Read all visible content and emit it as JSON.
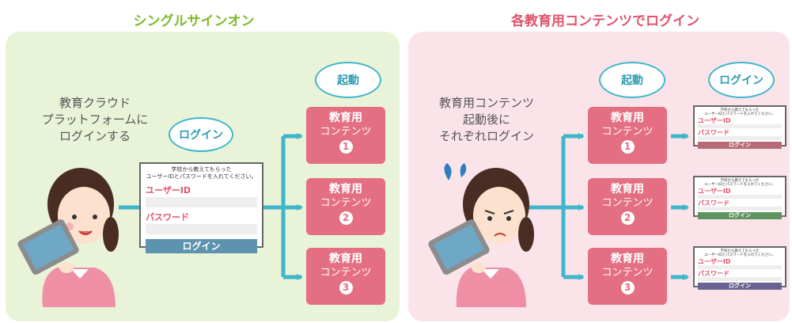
{
  "left": {
    "title": "シングルサインオン",
    "desc_lines": [
      "教育クラウド",
      "プラットフォームに",
      "ログインする"
    ],
    "login_oval": "ログイン",
    "start_oval": "起動",
    "login_box": {
      "header_lines": [
        "学校から教えてもらった",
        "ユーザーIDとパスワードを入れてください。"
      ],
      "user_label": "ユーザーID",
      "pass_label": "パスワード",
      "button": "ログイン"
    },
    "contents": [
      {
        "line1": "教育用",
        "line2": "コンテンツ",
        "num": "1"
      },
      {
        "line1": "教育用",
        "line2": "コンテンツ",
        "num": "2"
      },
      {
        "line1": "教育用",
        "line2": "コンテンツ",
        "num": "3"
      }
    ]
  },
  "right": {
    "title": "各教育用コンテンツでログイン",
    "desc_lines": [
      "教育用コンテンツ",
      "起動後に",
      "それぞれログイン"
    ],
    "start_oval": "起動",
    "login_oval": "ログイン",
    "contents": [
      {
        "line1": "教育用",
        "line2": "コンテンツ",
        "num": "1"
      },
      {
        "line1": "教育用",
        "line2": "コンテンツ",
        "num": "2"
      },
      {
        "line1": "教育用",
        "line2": "コンテンツ",
        "num": "3"
      }
    ],
    "login_boxes": [
      {
        "header_lines": [
          "学校から教えてもらった",
          "ユーザーIDとパスワードを入れてください。"
        ],
        "user_label": "ユーザーID",
        "pass_label": "パスワード",
        "button": "ログイン",
        "button_color": "#b86b74"
      },
      {
        "header_lines": [
          "学校から教えてもらった",
          "ユーザーIDとパスワードを入れてください。"
        ],
        "user_label": "ユーザーID",
        "pass_label": "パスワード",
        "button": "ログイン",
        "button_color": "#5e9460"
      },
      {
        "header_lines": [
          "学校から教えてもらった",
          "ユーザーIDとパスワードを入れてください。"
        ],
        "user_label": "ユーザーID",
        "pass_label": "パスワード",
        "button": "ログイン",
        "button_color": "#6a6290"
      }
    ]
  },
  "colors": {
    "left_panel": "#e9f3d8",
    "right_panel": "#fbe3ea",
    "left_title": "#7dbb2c",
    "right_title": "#e2536c",
    "content_box": "#e46f82",
    "arrow": "#3fb6c9"
  }
}
